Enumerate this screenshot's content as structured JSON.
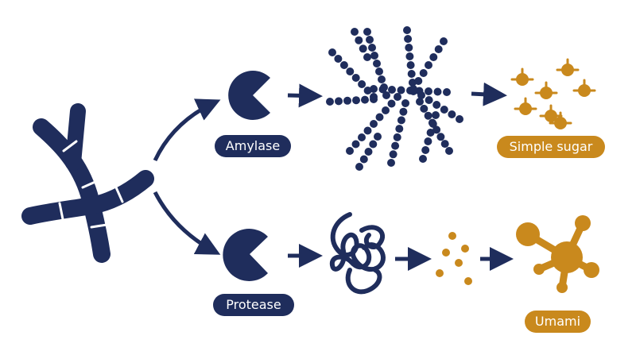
{
  "labels": {
    "amylase": "Amylase",
    "protease": "Protease",
    "simple_sugar": "Simple sugar",
    "umami": "Umami"
  },
  "colors": {
    "navy": "#1f2d5c",
    "gold": "#c9891d",
    "background": "#ffffff"
  },
  "icons": {
    "organism": "branching-hypha-icon",
    "enzyme": "pacman-enzyme-icon",
    "starch": "branched-bead-chain-icon",
    "sugar": "sugar-molecule-icon",
    "protein": "coiled-protein-chain-icon",
    "amino_acids": "scattered-dots-icon",
    "umami": "molecule-hub-icon"
  }
}
